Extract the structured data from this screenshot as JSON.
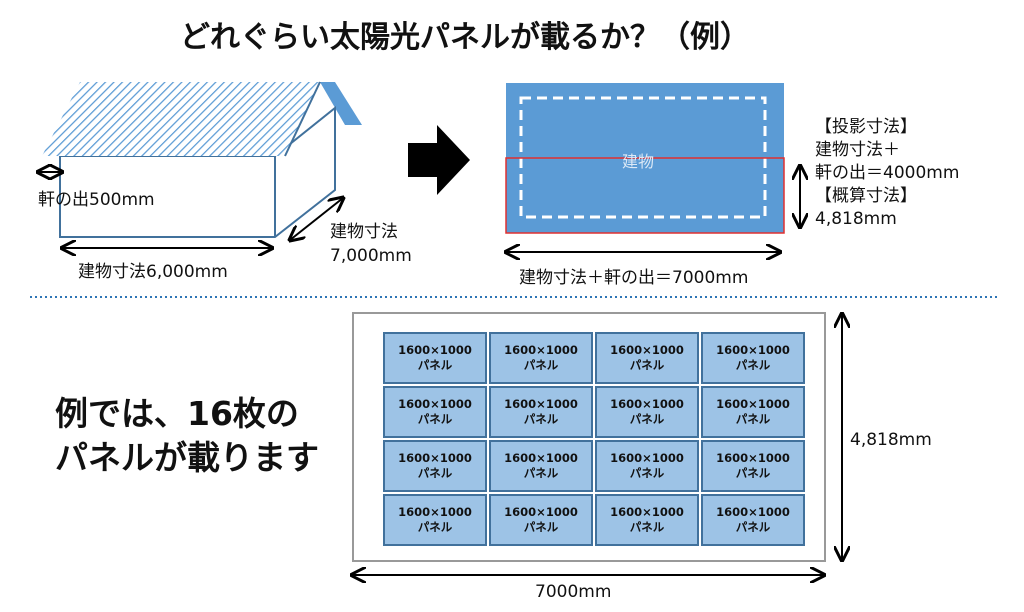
{
  "title": "どれぐらい太陽光パネルが載るか？（例）",
  "house": {
    "eave": "軒の出500mm",
    "width": "建物寸法6,000mm",
    "depth_line1": "建物寸法",
    "depth_line2": "7,000mm"
  },
  "plan": {
    "building": "建物",
    "width": "建物寸法＋軒の出＝7000mm",
    "proj_h": "【投影寸法】",
    "proj_l1": "建物寸法＋",
    "proj_l2": "軒の出＝4000mm",
    "approx_h": "【概算寸法】",
    "approx_v": "4,818mm"
  },
  "result": {
    "line1": "例では、16枚の",
    "line2": "パネルが載ります"
  },
  "panel": {
    "size": "1600×1000",
    "name": "パネル",
    "count": 16
  },
  "layout": {
    "height": "4,818mm",
    "width": "7000mm"
  },
  "colors": {
    "roof": "#5b9bd5",
    "panel": "#9dc3e6",
    "border": "#41719c"
  }
}
